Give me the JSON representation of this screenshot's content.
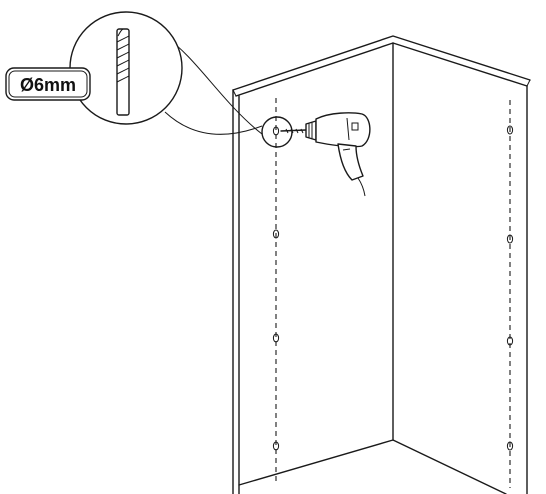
{
  "diagram": {
    "drill_bit_label": "Ø6mm",
    "hole_columns": [
      {
        "name": "left-panel",
        "hole_count": 4
      },
      {
        "name": "right-panel",
        "hole_count": 4
      }
    ],
    "colors": {
      "ink": "#1a1a1a",
      "paper": "#ffffff"
    }
  }
}
